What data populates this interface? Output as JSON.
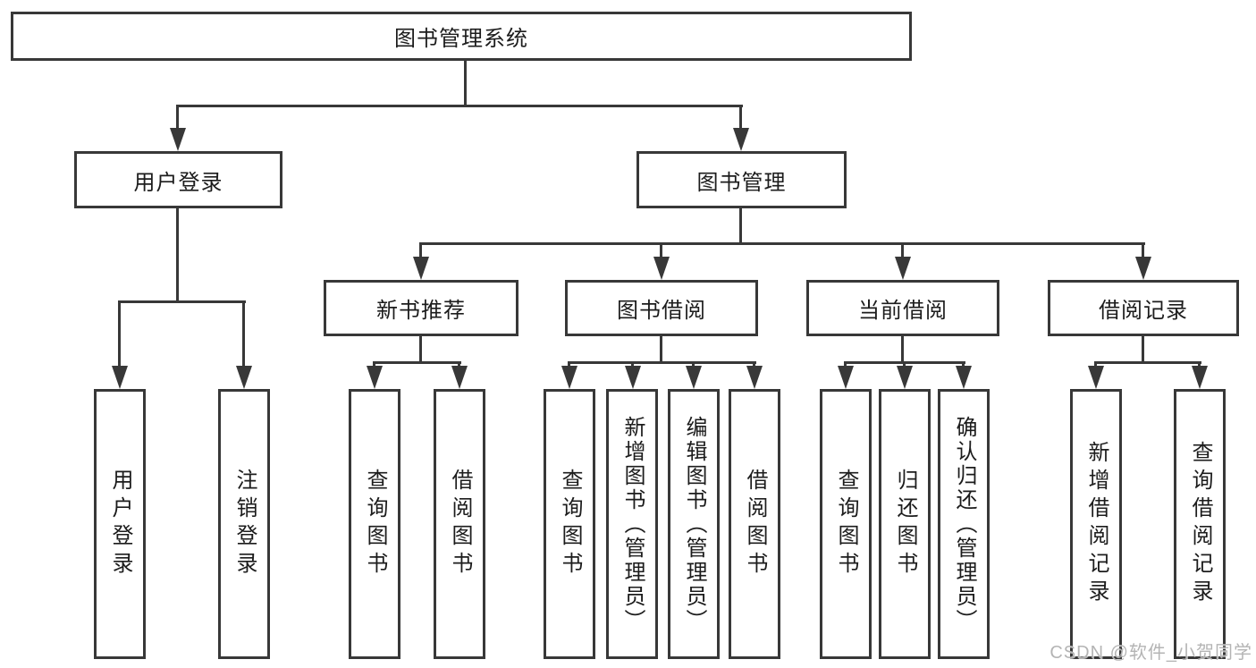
{
  "diagram": {
    "root": {
      "label": "图书管理系统"
    },
    "level2": {
      "user_login": {
        "label": "用户登录"
      },
      "book_mgmt": {
        "label": "图书管理"
      }
    },
    "level3": {
      "new_books": {
        "label": "新书推荐"
      },
      "borrowing": {
        "label": "图书借阅"
      },
      "current": {
        "label": "当前借阅"
      },
      "records": {
        "label": "借阅记录"
      }
    },
    "leaves": {
      "user_login": "用户登录",
      "logout": "注销登录",
      "nb_query": "查询图书",
      "nb_borrow": "借阅图书",
      "bb_query": "查询图书",
      "bb_add": "新增图书（管理员）",
      "bb_edit": "编辑图书（管理员）",
      "bb_borrow": "借阅图书",
      "cb_query": "查询图书",
      "cb_return": "归还图书",
      "cb_confirm": "确认归还（管理员）",
      "rec_add": "新增借阅记录",
      "rec_query": "查询借阅记录"
    }
  },
  "watermark": {
    "text": "CSDN @软件_小贺同学"
  },
  "colors": {
    "line": "#383838",
    "text": "#1c1c1c",
    "background": "#ffffff",
    "watermark": "#b4b4b4"
  }
}
